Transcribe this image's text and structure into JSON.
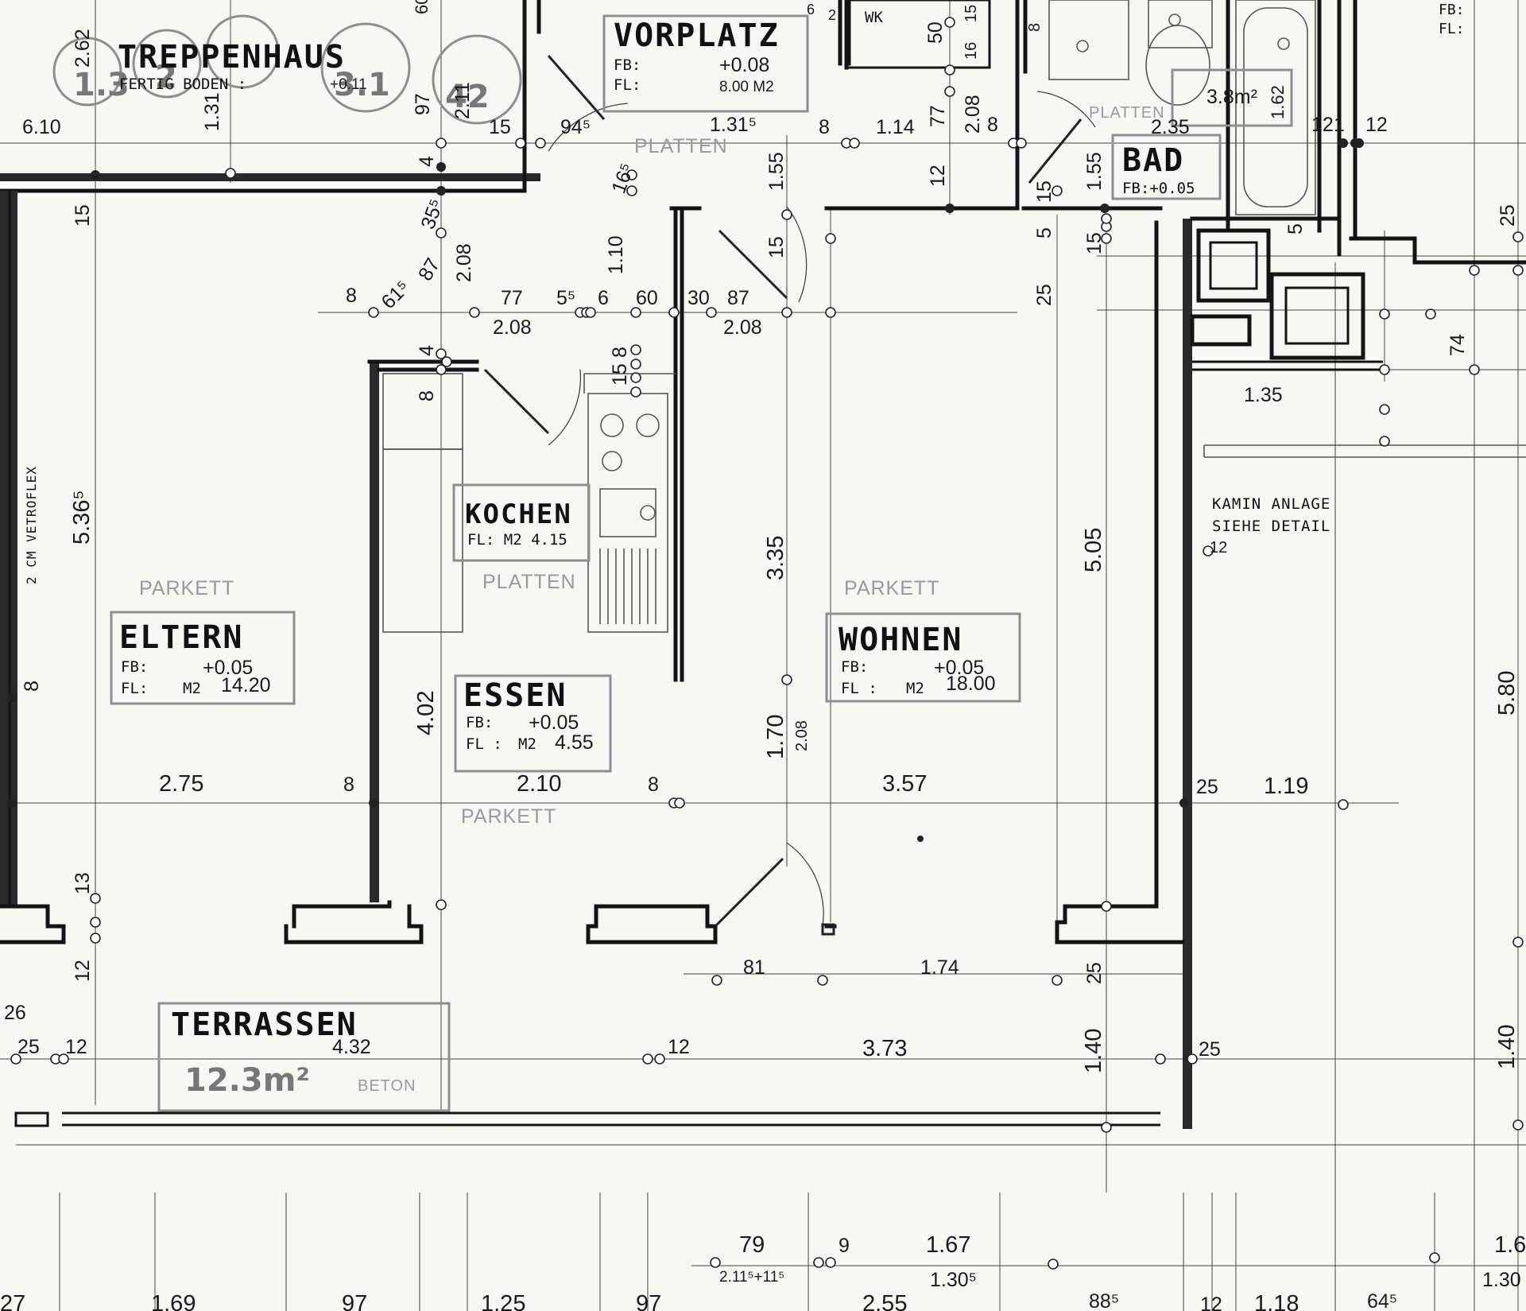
{
  "rooms": {
    "treppenhaus": {
      "name": "TREPPENHAUS",
      "floor_label": "FERTIG BODEN :",
      "floor_value": "+0.11"
    },
    "vorplatz": {
      "name": "VORPLATZ",
      "fb_label": "FB:",
      "fb_value": "+0.08",
      "fl_label": "FL:",
      "fl_value": "8.00 M2"
    },
    "wk": {
      "name": "WK"
    },
    "bad": {
      "name": "BAD",
      "fb": "FB:+0.05",
      "area_note": "3.8m²"
    },
    "kochen": {
      "name": "KOCHEN",
      "fl": "FL: M2 4.15"
    },
    "eltern": {
      "name": "ELTERN",
      "fb_label": "FB:",
      "fb_value": "+0.05",
      "fl_label": "FL:",
      "fl_unit": "M2",
      "fl_value": "14.20"
    },
    "essen": {
      "name": "ESSEN",
      "fb_label": "FB:",
      "fb_value": "+0.05",
      "fl_label": "FL :",
      "fl_unit": "M2",
      "fl_value": "4.55"
    },
    "wohnen": {
      "name": "WOHNEN",
      "fb_label": "FB:",
      "fb_value": "+0.05",
      "fl_label": "FL :",
      "fl_unit": "M2",
      "fl_value": "18.00"
    },
    "terrassen": {
      "name": "TERRASSEN",
      "area": "12.3m²"
    }
  },
  "floor_materials": {
    "platten_vorplatz": "PLATTEN",
    "platten_bad": "PLATTEN",
    "platten_kochen": "PLATTEN",
    "parkett_eltern": "PARKETT",
    "parkett_wohnen": "PARKETT",
    "parkett_essen": "PARKETT",
    "beton": "BETON"
  },
  "notes": {
    "vetroflex": "2 CM VETROFLEX",
    "kamin_1": "KAMIN ANLAGE",
    "kamin_2": "SIEHE  DETAIL",
    "fb_top": "FB:",
    "fl_top": "FL:",
    "stamp": [
      "1.3",
      "2",
      "3.1",
      "42"
    ]
  },
  "dimensions": {
    "d_262": "2.62",
    "d_610": "6.10",
    "d_131": "1.31",
    "d_97a": "97",
    "d_211": "2.11",
    "d_15a": "15",
    "d_945": "94⁵",
    "d_1315": "1.31⁵",
    "d_8a": "8",
    "d_114": "1.14",
    "d_77a": "77",
    "d_208a": "2.08",
    "d_8b": "8",
    "d_235": "2.35",
    "d_12a": "12",
    "d_1a": "1",
    "d_12b": "12",
    "d_4a": "4",
    "d_355": "35⁵",
    "d_165": "16⁵",
    "d_155a": "1.55",
    "d_12c": "12",
    "d_15b": "15",
    "d_155b": "1.55",
    "d_15c": "15",
    "d_5a": "5",
    "d_25a": "25",
    "d_5b": "5",
    "d_15d": "15",
    "d_25b": "25",
    "d_615": "61⁵",
    "d_87a": "87",
    "d_208b": "2.08",
    "d_77b": "77",
    "d_55": "5⁵",
    "d_6a": "6",
    "d_60": "60",
    "d_30": "30",
    "d_87b": "87",
    "d_110": "1.10",
    "d_15e": "15",
    "d_208c": "2.08",
    "d_208d": "2.08",
    "d_8c": "8",
    "d_4b": "4",
    "d_8d": "8",
    "d_8e": "8",
    "d_15f": "15",
    "d_15g": "15",
    "d_135": "1.35",
    "d_74": "74",
    "d_5365": "5.36⁵",
    "d_335": "3.35",
    "d_505": "5.05",
    "d_12d": "12",
    "d_8f": "8",
    "d_402": "4.02",
    "d_170": "1.70",
    "d_208e": "2.08",
    "d_580": "5.80",
    "d_275": "2.75",
    "d_8g": "8",
    "d_210": "2.10",
    "d_8h": "8",
    "d_357": "3.57",
    "d_25c": "25",
    "d_119": "1.19",
    "d_13": "13",
    "d_12e": "12",
    "d_81": "81",
    "d_174": "1.74",
    "d_25d": "25",
    "d_26": "26",
    "d_25e": "25",
    "d_12f": "12",
    "d_432": "4.32",
    "d_12g": "12",
    "d_373": "3.73",
    "d_140a": "1.40",
    "d_25f": "25",
    "d_140b": "1.40",
    "d_79": "79",
    "d_9": "9",
    "d_167": "1.67",
    "d_2115": "2.11⁵+11⁵",
    "d_1305": "1.30⁵",
    "d_16r": "1.6",
    "d_130r": "1.30",
    "d_27": "27",
    "d_169": "1.69",
    "d_97b": "97",
    "d_125": "1.25",
    "d_97c": "97",
    "d_255": "2.55",
    "d_885": "88⁵",
    "d_12h": "12",
    "d_118": "1.18",
    "d_645": "64⁵",
    "d_6top": "6",
    "d_2top": "2",
    "d_50": "50",
    "d_15top": "15",
    "d_8top": "8",
    "d_16": "16",
    "d_6k": "6",
    "d_162": "1.62",
    "d_60top": "60"
  }
}
